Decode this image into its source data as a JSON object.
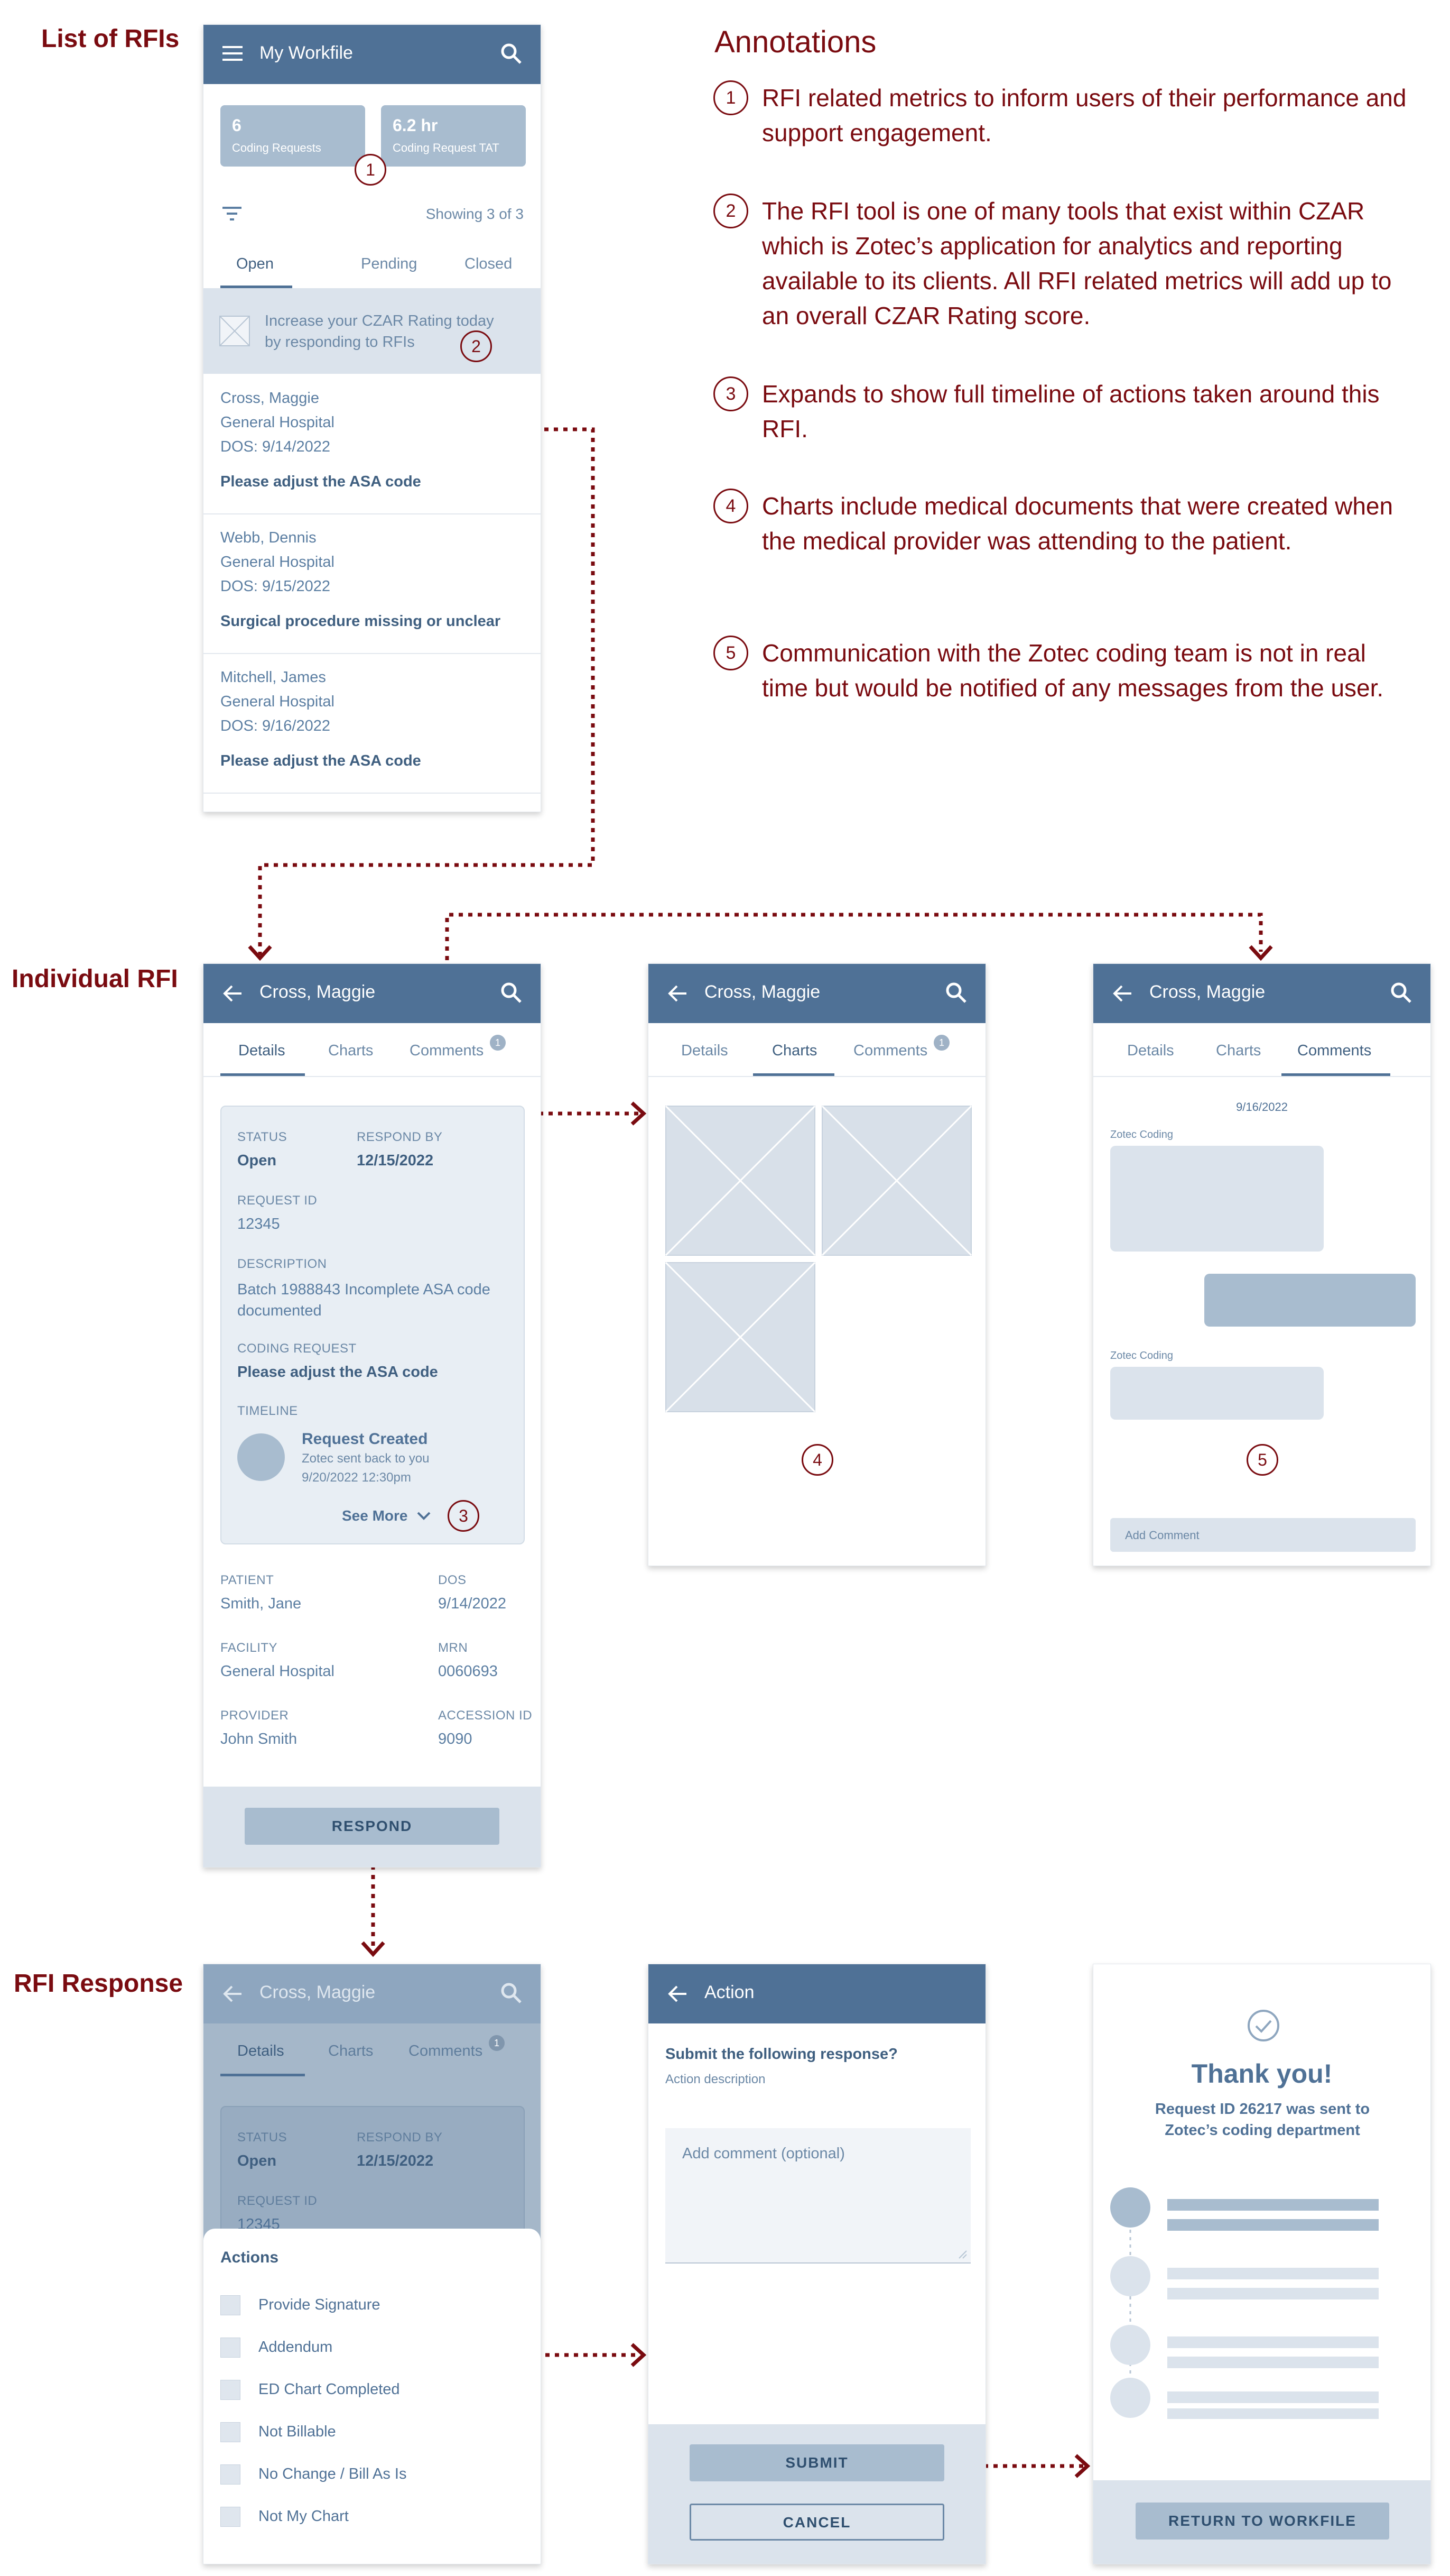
{
  "sections": {
    "list_of_rfis": "List of RFIs",
    "individual_rfi": "Individual RFI",
    "rfi_response": "RFI Response"
  },
  "annotations": {
    "title": "Annotations",
    "items": [
      {
        "n": "1",
        "text": "RFI related metrics to inform users of their performance and support engagement."
      },
      {
        "n": "2",
        "text": "The RFI tool is one of many tools that exist within CZAR which is Zotec’s application for analytics and reporting available to its clients.  All RFI related metrics will add up to an overall CZAR Rating score."
      },
      {
        "n": "3",
        "text": "Expands to show full timeline of actions taken around this RFI."
      },
      {
        "n": "4",
        "text": "Charts include medical documents that were created when the medical provider was attending to the patient."
      },
      {
        "n": "5",
        "text": "Communication with the Zotec coding team is not in real time but would be notified of any messages from the user."
      }
    ]
  },
  "workfile": {
    "title": "My Workfile",
    "metrics": [
      {
        "value": "6",
        "label": "Coding Requests"
      },
      {
        "value": "6.2 hr",
        "label": "Coding Request TAT"
      }
    ],
    "marker1": "1",
    "showing": "Showing 3 of 3",
    "tabs": [
      "Open",
      "Pending",
      "Closed"
    ],
    "banner": "Increase your CZAR Rating today by responding to RFIs",
    "marker2": "2",
    "items": [
      {
        "name": "Cross, Maggie",
        "facility": "General Hospital",
        "dos": "DOS: 9/14/2022",
        "request": "Please adjust the ASA code"
      },
      {
        "name": "Webb, Dennis",
        "facility": "General Hospital",
        "dos": "DOS: 9/15/2022",
        "request": "Surgical procedure missing or unclear"
      },
      {
        "name": "Mitchell, James",
        "facility": "General Hospital",
        "dos": "DOS: 9/16/2022",
        "request": "Please adjust the ASA code"
      }
    ]
  },
  "rfi": {
    "patient_name": "Cross, Maggie",
    "tabs": [
      "Details",
      "Charts",
      "Comments"
    ],
    "comment_badge": "1",
    "status_label": "STATUS",
    "status_value": "Open",
    "respond_by_label": "RESPOND BY",
    "respond_by_value": "12/15/2022",
    "request_id_label": "REQUEST ID",
    "request_id_value": "12345",
    "description_label": "DESCRIPTION",
    "description_value": "Batch 1988843 Incomplete ASA code documented",
    "coding_request_label": "CODING REQUEST",
    "coding_request_value": "Please adjust the ASA code",
    "timeline_label": "TIMELINE",
    "timeline_title": "Request Created",
    "timeline_sub": "Zotec sent back to you",
    "timeline_time": "9/20/2022  12:30pm",
    "see_more": "See More",
    "marker3": "3",
    "patient_label": "PATIENT",
    "patient_value": "Smith, Jane",
    "dos_label": "DOS",
    "dos_value": "9/14/2022",
    "facility_label": "FACILITY",
    "facility_value": "General Hospital",
    "mrn_label": "MRN",
    "mrn_value": "0060693",
    "provider_label": "PROVIDER",
    "provider_value": "John Smith",
    "accession_label": "ACCESSION ID",
    "accession_value": "9090",
    "respond_button": "RESPOND"
  },
  "charts": {
    "marker4": "4"
  },
  "comments": {
    "date": "9/16/2022",
    "sender1": "Zotec Coding",
    "sender2": "Zotec Coding",
    "marker5": "5",
    "add_comment_placeholder": "Add Comment"
  },
  "actions_sheet": {
    "title": "Actions",
    "items": [
      "Provide Signature",
      "Addendum",
      "ED Chart Completed",
      "Not Billable",
      "No Change / Bill As Is",
      "Not My Chart"
    ]
  },
  "action_screen": {
    "title": "Action",
    "question": "Submit the following response?",
    "description": "Action description",
    "comment_placeholder": "Add comment (optional)",
    "submit": "SUBMIT",
    "cancel": "CANCEL"
  },
  "thanks": {
    "title": "Thank you!",
    "message": "Request ID 26217 was sent to Zotec’s coding department",
    "button": "RETURN TO WORKFILE"
  },
  "colors": {
    "accent": "#4f7196",
    "annotation": "#7a0b10"
  }
}
